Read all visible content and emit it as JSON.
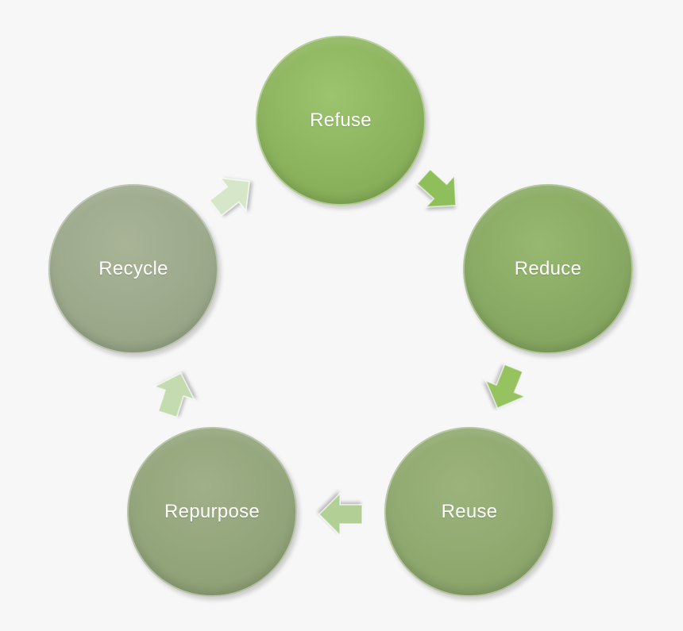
{
  "cycle": {
    "nodes": [
      {
        "label": "Refuse"
      },
      {
        "label": "Reduce"
      },
      {
        "label": "Reuse"
      },
      {
        "label": "Repurpose"
      },
      {
        "label": "Recycle"
      }
    ]
  },
  "colors": {
    "background": "#f7f7f7",
    "refuse": "#8ab25c",
    "reduce": "#87a862",
    "reuse": "#8ea86e",
    "repurpose": "#92a47a",
    "recycle": "#9ba88a",
    "arrow_refuse_reduce": "#8fbf5a",
    "arrow_reduce_reuse": "#96c25e",
    "arrow_reuse_repurpose": "#b2cf96",
    "arrow_repurpose_recycle": "#c4dbb0",
    "arrow_recycle_refuse": "#d6e6c8"
  }
}
